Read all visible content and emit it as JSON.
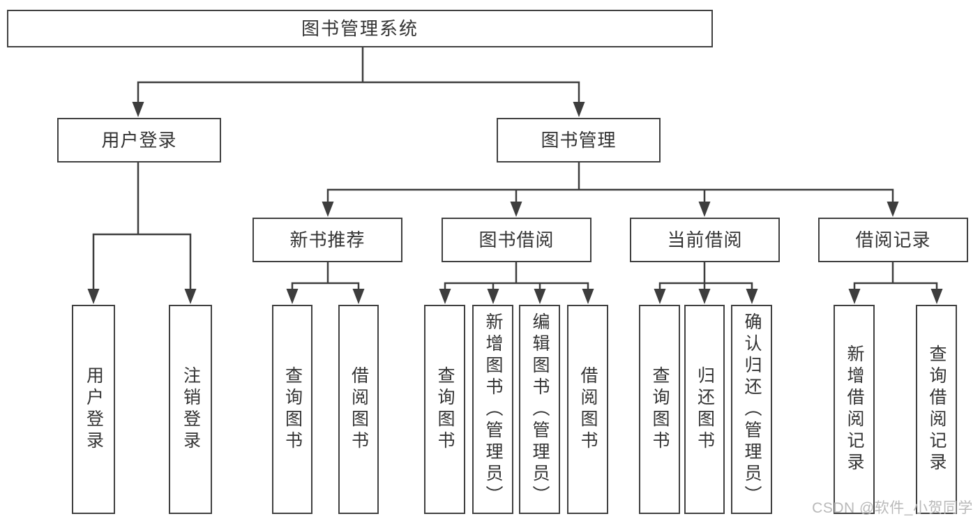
{
  "diagram": {
    "root": {
      "label": "图书管理系统",
      "children": [
        {
          "label": "用户登录",
          "children": [
            {
              "label": "用户登录"
            },
            {
              "label": "注销登录"
            }
          ]
        },
        {
          "label": "图书管理",
          "children": [
            {
              "label": "新书推荐",
              "children": [
                {
                  "label": "查询图书"
                },
                {
                  "label": "借阅图书"
                }
              ]
            },
            {
              "label": "图书借阅",
              "children": [
                {
                  "label": "查询图书"
                },
                {
                  "label": "新增图书（管理员）"
                },
                {
                  "label": "编辑图书（管理员）"
                },
                {
                  "label": "借阅图书"
                }
              ]
            },
            {
              "label": "当前借阅",
              "children": [
                {
                  "label": "查询图书"
                },
                {
                  "label": "归还图书"
                },
                {
                  "label": "确认归还（管理员）"
                }
              ]
            },
            {
              "label": "借阅记录",
              "children": [
                {
                  "label": "新增借阅记录"
                },
                {
                  "label": "查询借阅记录"
                }
              ]
            }
          ]
        }
      ]
    },
    "watermark": "CSDN @软件_小贺同学",
    "colors": {
      "line": "#3d3d3d",
      "border": "#404040",
      "text": "#333333",
      "watermark": "#b9b9b9",
      "background": "#ffffff"
    }
  }
}
